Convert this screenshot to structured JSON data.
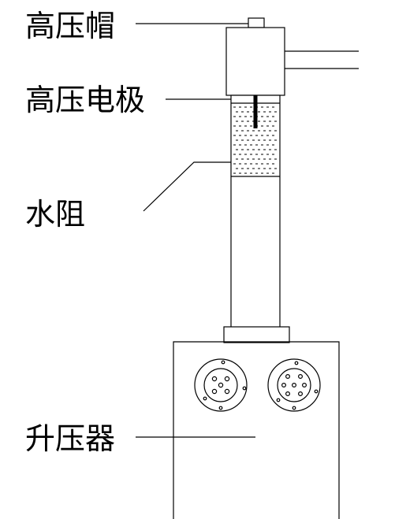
{
  "labels": {
    "cap": "高压帽",
    "electrode": "高压电极",
    "water_resistor": "水阻",
    "transformer": "升压器"
  },
  "colors": {
    "stroke": "#000000",
    "background": "#ffffff"
  }
}
